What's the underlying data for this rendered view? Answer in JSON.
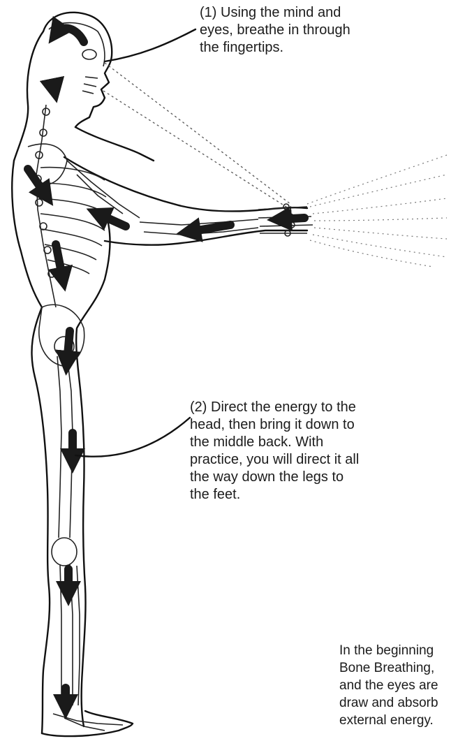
{
  "captions": {
    "step1": {
      "lines": [
        "(1) Using the mind and",
        "eyes, breathe in through",
        "the fingertips."
      ]
    },
    "step2": {
      "lines": [
        "(2) Direct the energy to the",
        "head, then bring it down to",
        "the middle back. With",
        "practice, you will direct it all",
        "the way down the legs to",
        "the feet."
      ]
    },
    "note": {
      "lines": [
        "In the beginning",
        "Bone Breathing,",
        "and the eyes are",
        "draw and absorb",
        "external energy."
      ]
    }
  },
  "illustration": {
    "subject": "standing-skeleton-figure-arms-extended",
    "arrow_color": "#1a1a1a",
    "line_color": "#111111"
  }
}
